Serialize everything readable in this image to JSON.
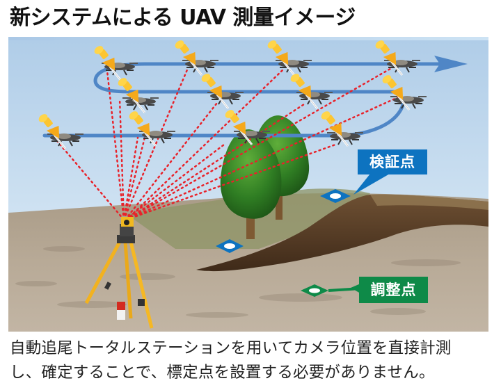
{
  "header": {
    "title": "新システムによる UAV 測量イメージ"
  },
  "illustration": {
    "description": "UAV flight path survey with robotic total station tracking drone camera positions",
    "labels": {
      "check_point": "検証点",
      "adjust_point": "調整点"
    },
    "colors": {
      "check_point": "#0d73c0",
      "adjust_point": "#0e8a48",
      "flight_path": "#4f86c6",
      "tracking_lines": "#e8222a",
      "pushpin": "#f7b51d",
      "sky_top": "#b2cfe9",
      "ground": "#b3a591"
    },
    "icons": [
      "drone-icon",
      "pushpin-icon",
      "total-station-icon",
      "tree-icon",
      "marker-diamond-icon",
      "flight-path-arrow-icon"
    ],
    "drone_count": 12
  },
  "caption": {
    "line1": "自動追尾トータルステーションを用いてカメラ位置を直接計測",
    "line2": "し、確定することで、標定点を設置する必要がありません。"
  }
}
